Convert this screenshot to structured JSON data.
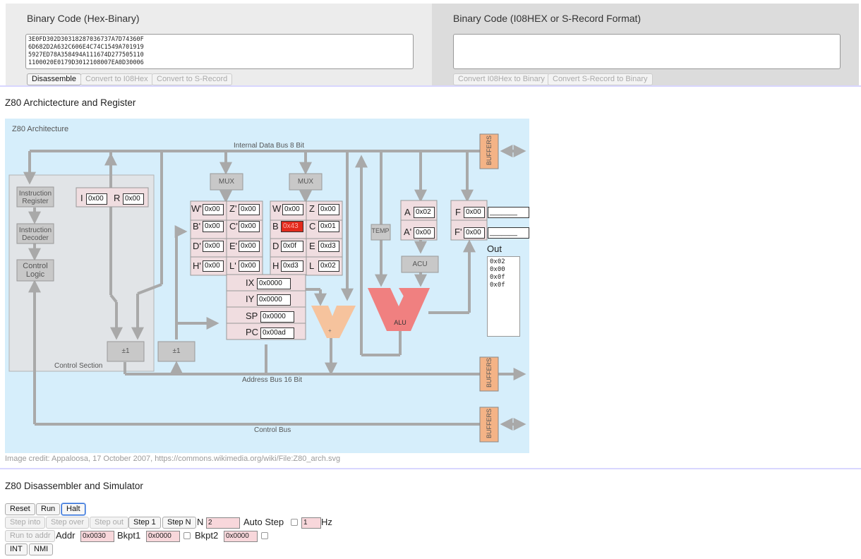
{
  "hex_panel": {
    "title": "Binary Code (Hex-Binary)",
    "code": "3E0FD302D30318287036737A7D74360F\n6D682D2A632C606E4C74C1549A701919\n5927ED78A358494A111674D277505110\n1100020E0179D3012108007EA0D30006",
    "disassemble_label": "Disassemble",
    "to_i08hex_label": "Convert to I08Hex",
    "to_srecord_label": "Convert to S-Record"
  },
  "ihex_panel": {
    "title": "Binary Code (I08HEX or S-Record Format)",
    "code": "",
    "i08hex_to_bin_label": "Convert I08Hex to Binary",
    "srecord_to_bin_label": "Convert S-Record to Binary"
  },
  "arch_section": {
    "title": "Z80 Archictecture and Register",
    "credit": "Image credit: Appaloosa, 17 October 2007, https://commons.wikimedia.org/wiki/File:Z80_arch.svg"
  },
  "diagram": {
    "title": "Z80 Architecture",
    "internal_bus": "Internal Data Bus 8 Bit",
    "address_bus": "Address Bus 16 Bit",
    "control_bus": "Control Bus",
    "control_section": "Control Section",
    "instruction_register": [
      "Instruction",
      "Register"
    ],
    "instruction_decoder": [
      "Instruction",
      "Decoder"
    ],
    "control_logic": [
      "Control",
      "Logic"
    ],
    "mux": "MUX",
    "temp": "TEMP",
    "acu": "ACU",
    "alu": "ALU",
    "plus": "+",
    "inc": "±1",
    "buffers": "BUFFERS",
    "out_label": "Out",
    "out_values": "0x02\n0x00\n0x0f\n0x0f"
  },
  "registers": {
    "I": "0x00",
    "R": "0x00",
    "W_alt": "0x00",
    "Z_alt": "0x00",
    "B_alt": "0x00",
    "C_alt": "0x00",
    "D_alt": "0x00",
    "E_alt": "0x00",
    "H_alt": "0x00",
    "L_alt": "0x00",
    "W": "0x00",
    "Z": "0x00",
    "B": "0x43",
    "C": "0x01",
    "D": "0x0f",
    "E": "0xd3",
    "H": "0xd3",
    "L": "0x02",
    "A": "0x02",
    "A_alt": "0x00",
    "F": "0x00",
    "F_alt": "0x00",
    "IX": "0x0000",
    "IY": "0x0000",
    "SP": "0x0000",
    "PC": "0x00ad",
    "F_flags": "_______",
    "F_alt_flags": "_______"
  },
  "reg_labels": {
    "I": "I",
    "R": "R",
    "W_alt": "W'",
    "Z_alt": "Z'",
    "B_alt": "B'",
    "C_alt": "C'",
    "D_alt": "D'",
    "E_alt": "E'",
    "H_alt": "H'",
    "L_alt": "L'",
    "W": "W",
    "Z": "Z",
    "B": "B",
    "C": "C",
    "D": "D",
    "E": "E",
    "H": "H",
    "L": "L",
    "A": "A",
    "A_alt": "A'",
    "F": "F",
    "F_alt": "F'",
    "IX": "IX",
    "IY": "IY",
    "SP": "SP",
    "PC": "PC"
  },
  "sim_section": {
    "title": "Z80 Disassembler and Simulator",
    "reset": "Reset",
    "run": "Run",
    "halt": "Halt",
    "step_into": "Step into",
    "step_over": "Step over",
    "step_out": "Step out",
    "step_1": "Step 1",
    "step_n": "Step N",
    "n_label": "N",
    "n_value": "2",
    "auto_step_label": "Auto Step",
    "hz_value": "1",
    "hz_label": "Hz",
    "run_to_addr": "Run to addr",
    "addr_label": "Addr",
    "addr_value": "0x0030",
    "bkpt1_label": "Bkpt1",
    "bkpt1_value": "0x0000",
    "bkpt2_label": "Bkpt2",
    "bkpt2_value": "0x0000",
    "int": "INT",
    "nmi": "NMI"
  },
  "colors": {
    "diagram_bg": "#d6eefb",
    "bus": "#a9a9a9",
    "register_block": "#f0dde0",
    "alu": "#f08080",
    "adder": "#f6c39d",
    "buffers": "#f4b386",
    "highlight": "#e22a1c"
  }
}
